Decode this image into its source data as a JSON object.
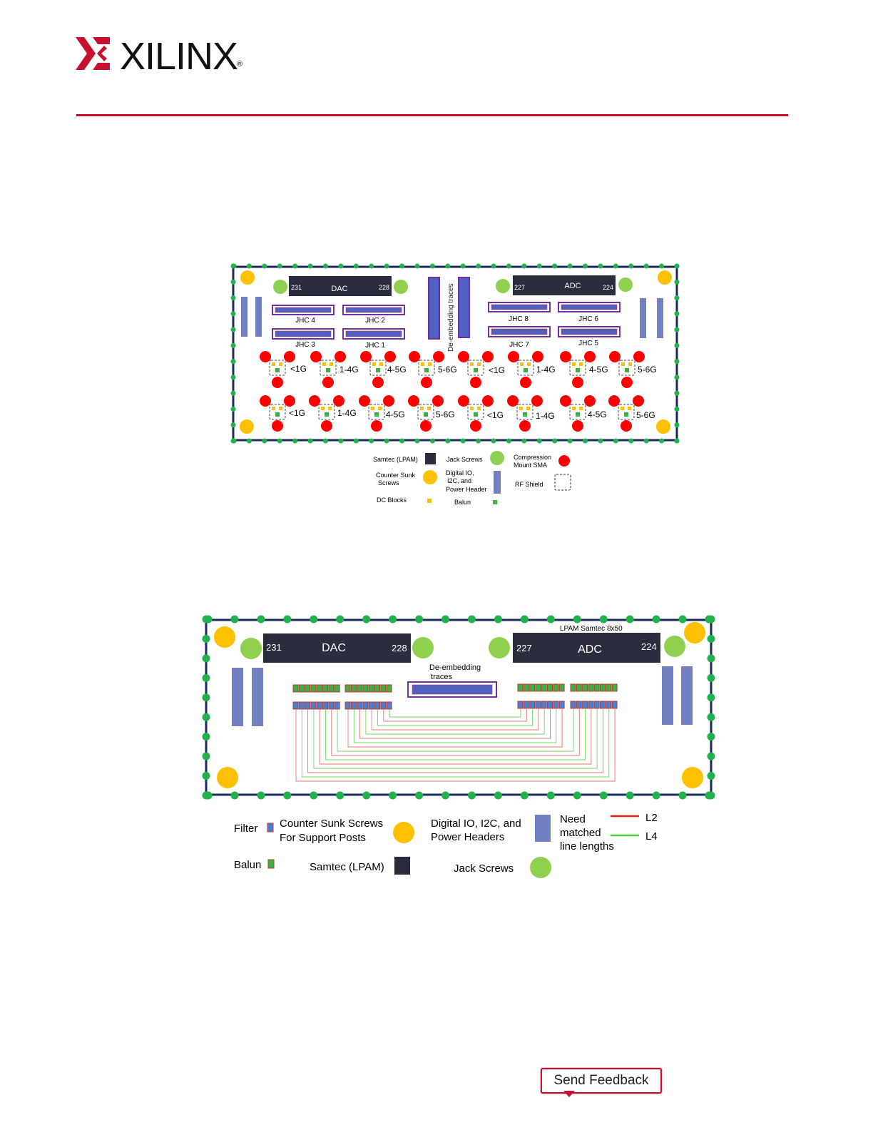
{
  "brand": {
    "name": "XILINX",
    "registered": "®",
    "accent_color": "#c8102e"
  },
  "figure1": {
    "connectors": [
      {
        "left_num": "231",
        "label": "DAC",
        "right_num": "228"
      },
      {
        "left_num": "227",
        "label": "ADC",
        "right_num": "224"
      }
    ],
    "deembed_label": "De-embedding  traces",
    "jhc_labels": [
      "JHC 4",
      "JHC 2",
      "JHC 3",
      "JHC 1",
      "JHC 8",
      "JHC 6",
      "JHC 7",
      "JHC 5"
    ],
    "row1_freqs": [
      "<1G",
      "1-4G",
      "4-5G",
      "5-6G",
      "<1G",
      "1-4G",
      "4-5G",
      "5-6G"
    ],
    "row2_freqs": [
      "<1G",
      "1-4G",
      "4-5G",
      "5-6G",
      "<1G",
      "1-4G",
      "4-5G",
      "5-6G"
    ],
    "legend": {
      "samtec": "Samtec (LPAM)",
      "jack": "Jack Screws",
      "compression_1": "Compression",
      "compression_2": "Mount SMA",
      "counter_1": "Counter Sunk",
      "counter_2": "Screws",
      "digital_1": "Digital IO,",
      "digital_2": "I2C, and",
      "digital_3": "Power Header",
      "rf_shield": "RF Shield",
      "dc_blocks": "DC Blocks",
      "balun": "Balun"
    }
  },
  "figure2": {
    "lpam_label": "LPAM Samtec 8x50",
    "connectors": [
      {
        "left_num": "231",
        "label": "DAC",
        "right_num": "228"
      },
      {
        "left_num": "227",
        "label": "ADC",
        "right_num": "224"
      }
    ],
    "deembed_line1": "De-embedding",
    "deembed_line2": "traces",
    "legend": {
      "filter": "Filter",
      "counter_1": "Counter Sunk Screws",
      "counter_2": "For Support Posts",
      "digital_1": "Digital IO, I2C, and",
      "digital_2": "Power Headers",
      "need_1": "Need",
      "need_2": "matched",
      "need_3": "line lengths",
      "l2": "L2",
      "l4": "L4",
      "balun": "Balun",
      "samtec": "Samtec (LPAM)",
      "jack": "Jack Screws"
    }
  },
  "feedback": {
    "label": "Send Feedback"
  },
  "colors": {
    "board_border": "#1a2a5e",
    "green_dot": "#22b14c",
    "jack_screw": "#8fd14f",
    "counter_sunk": "#ffc000",
    "sma": "#ff0000",
    "samtec": "#2b2d3e",
    "header": "#7080c0",
    "jhc_border": "#7030a0",
    "filter": "#4a7fd4",
    "balun": "#3cb043"
  }
}
